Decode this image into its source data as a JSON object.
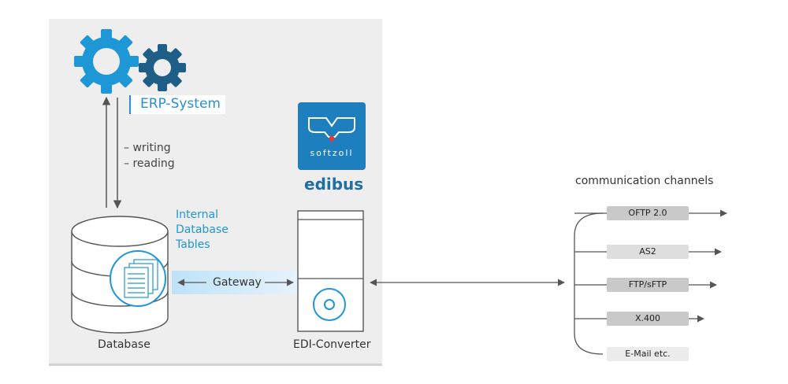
{
  "erp": {
    "label": "ERP-System",
    "writing": "– writing",
    "reading": "– reading"
  },
  "database": {
    "tables_line1": "Internal",
    "tables_line2": "Database",
    "tables_line3": "Tables",
    "caption": "Database"
  },
  "gateway": {
    "label": "Gateway"
  },
  "logo": {
    "brand": "softzoll",
    "product": "edibus"
  },
  "converter": {
    "caption": "EDI-Converter"
  },
  "channels": {
    "title": "communication channels",
    "items": [
      {
        "label": "OFTP 2.0",
        "color": "#c9c9c9"
      },
      {
        "label": "AS2",
        "color": "#dedede"
      },
      {
        "label": "FTP/sFTP",
        "color": "#c9c9c9"
      },
      {
        "label": "X.400",
        "color": "#c9c9c9"
      },
      {
        "label": "E-Mail etc.",
        "color": "#ececec"
      }
    ]
  },
  "colors": {
    "gear_light": "#1e97d6",
    "gear_dark": "#1f5f87",
    "accent": "#2a8fcf",
    "gateway_band": "#cfe8f8"
  }
}
